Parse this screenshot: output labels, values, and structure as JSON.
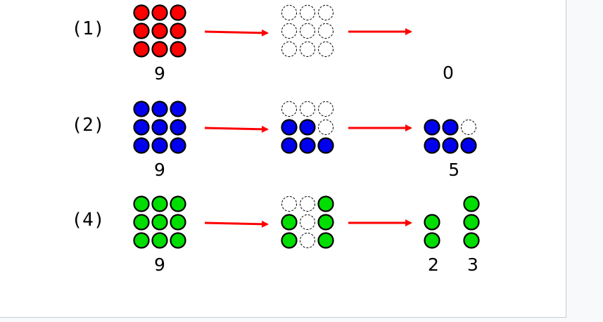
{
  "colors": {
    "arrow": "#ff0000",
    "empty_stroke": "#000000",
    "text": "#000000"
  },
  "rows": [
    {
      "label": "(1)",
      "color": "#ff0000",
      "start": {
        "grid": [
          [
            1,
            1,
            1
          ],
          [
            1,
            1,
            1
          ],
          [
            1,
            1,
            1
          ]
        ],
        "count": "9"
      },
      "middle": {
        "grid": [
          [
            0,
            0,
            0
          ],
          [
            0,
            0,
            0
          ],
          [
            0,
            0,
            0
          ]
        ]
      },
      "end": {
        "groups": [],
        "counts": [
          "0"
        ]
      }
    },
    {
      "label": "(2)",
      "color": "#0000ee",
      "start": {
        "grid": [
          [
            1,
            1,
            1
          ],
          [
            1,
            1,
            1
          ],
          [
            1,
            1,
            1
          ]
        ],
        "count": "9"
      },
      "middle": {
        "grid": [
          [
            0,
            0,
            0
          ],
          [
            1,
            1,
            0
          ],
          [
            1,
            1,
            1
          ]
        ]
      },
      "end": {
        "groups": [
          [
            [
              1,
              1,
              0
            ],
            [
              1,
              1,
              1
            ]
          ]
        ],
        "counts": [
          "5"
        ]
      }
    },
    {
      "label": "(4)",
      "color": "#00dd00",
      "start": {
        "grid": [
          [
            1,
            1,
            1
          ],
          [
            1,
            1,
            1
          ],
          [
            1,
            1,
            1
          ]
        ],
        "count": "9"
      },
      "middle": {
        "grid": [
          [
            0,
            0,
            1
          ],
          [
            1,
            0,
            1
          ],
          [
            1,
            0,
            1
          ]
        ]
      },
      "end": {
        "groups": [
          [
            [
              1
            ],
            [
              1
            ]
          ],
          [
            [
              1
            ],
            [
              1
            ],
            [
              1
            ]
          ]
        ],
        "counts": [
          "2",
          "3"
        ]
      }
    }
  ]
}
